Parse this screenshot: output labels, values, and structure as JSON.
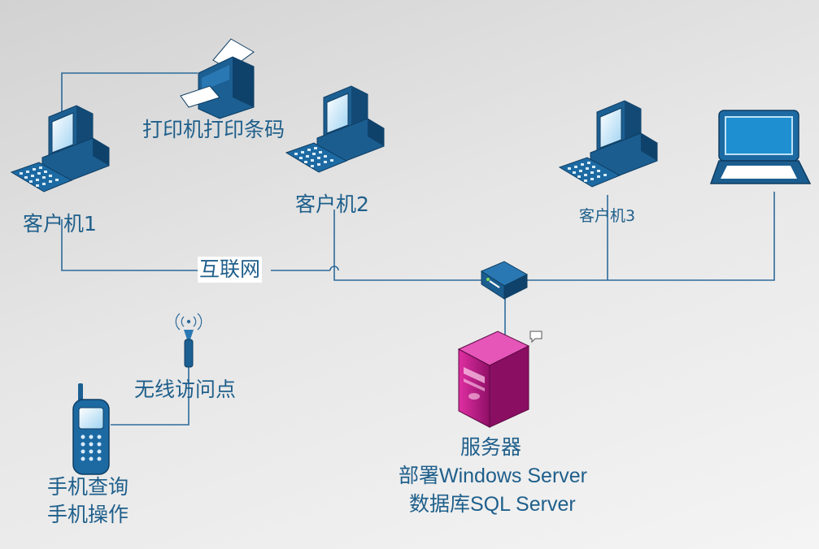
{
  "nodes": {
    "client1": "客户机1",
    "client2": "客户机2",
    "client3": "客户机3",
    "printer": "打印机打印条码",
    "internet": "互联网",
    "access_point": "无线访问点",
    "mobile_line1": "手机查询",
    "mobile_line2": "手机操作",
    "server_line1": "服务器",
    "server_line2": "部署Windows Server",
    "server_line3": "数据库SQL Server"
  },
  "icons": [
    "desktop-computer-icon",
    "printer-icon",
    "laptop-icon",
    "switch-icon",
    "server-icon",
    "wireless-access-point-icon",
    "mobile-phone-icon",
    "comment-icon"
  ],
  "colors": {
    "line": "#2d6a9a",
    "label": "#1f5f8b",
    "device_blue": "#1b5d8f",
    "server_magenta": "#c8208f"
  }
}
